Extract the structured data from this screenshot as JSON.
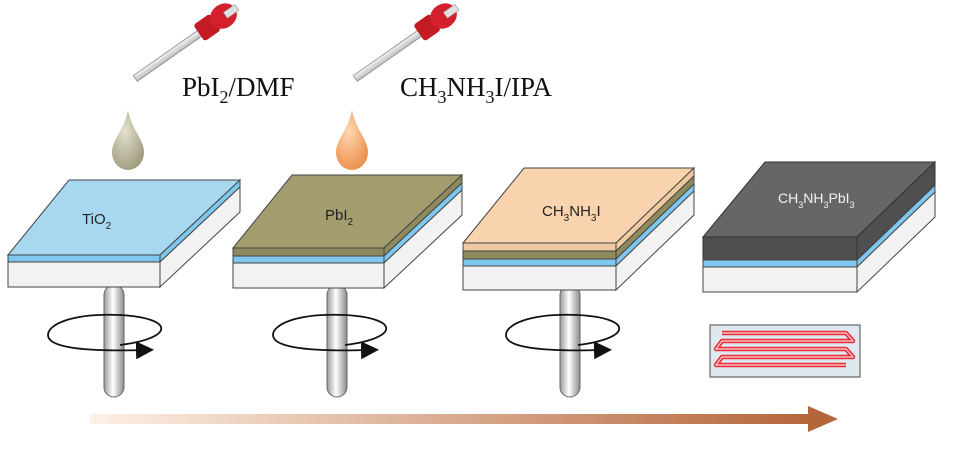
{
  "reagents": [
    {
      "formula": "PbI",
      "sub": "2",
      "rest": "/DMF",
      "drop_color": "#b3b094"
    },
    {
      "formula": "CH",
      "sub": "3",
      "mid": "NH",
      "sub2": "3",
      "rest": "I/IPA",
      "drop_color": "#f0a060"
    }
  ],
  "substrates": [
    {
      "label": "TiO",
      "sub": "2",
      "top_color": "#a8d8f0",
      "layer_colors": [
        "#7ec8f0"
      ]
    },
    {
      "label": "PbI",
      "sub": "2",
      "top_color": "#a39c6e",
      "layer_colors": [
        "#8f8a5e",
        "#7ec8f0"
      ]
    },
    {
      "label_parts": [
        "CH",
        "3",
        "NH",
        "3",
        "I"
      ],
      "top_color": "#f8d3ad",
      "layer_colors": [
        "#f1c9a0",
        "#8f8a5e",
        "#7ec8f0"
      ]
    },
    {
      "label_parts": [
        "CH",
        "3",
        "NH",
        "3",
        "PbI",
        "3"
      ],
      "top_color": "#666666",
      "layer_colors": [
        "#4f4f4f",
        "#7ec8f0"
      ]
    }
  ],
  "colors": {
    "glass_side": "#f2f2f2",
    "edge": "#444444",
    "arrow_start": "#fbe8d8",
    "arrow_end": "#b5653a",
    "heater_bg": "#dfe7ef",
    "heater_line": "#e8303a"
  },
  "icons": [
    "dropper-icon",
    "rotation-arrow-icon",
    "hotplate-icon",
    "process-arrow-icon"
  ]
}
